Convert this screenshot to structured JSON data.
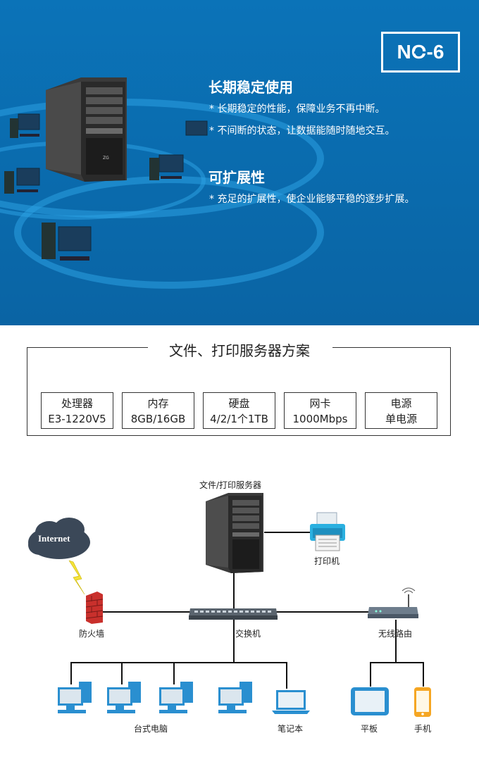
{
  "badge": "NO-6",
  "features": [
    {
      "title": "长期稳定使用",
      "bullets": [
        "* 长期稳定的性能，保障业务不再中断。",
        "* 不间断的状态，让数据能随时随地交互。"
      ]
    },
    {
      "title": "可扩展性",
      "bullets": [
        "* 充足的扩展性，使企业能够平稳的逐步扩展。"
      ]
    }
  ],
  "solution": {
    "title": "文件、打印服务器方案",
    "specs": [
      {
        "name": "处理器",
        "value": "E3-1220V5"
      },
      {
        "name": "内存",
        "value": "8GB/16GB"
      },
      {
        "name": "硬盘",
        "value": "4/2/1个1TB"
      },
      {
        "name": "网卡",
        "value": "1000Mbps"
      },
      {
        "name": "电源",
        "value": "单电源"
      }
    ]
  },
  "diagram": {
    "server": "文件/打印服务器",
    "printer": "打印机",
    "internet": "Internet",
    "firewall": "防火墙",
    "switch": "交换机",
    "router": "无线路由",
    "desktops": "台式电脑",
    "laptop": "笔记本",
    "tablet": "平板",
    "phone": "手机"
  }
}
